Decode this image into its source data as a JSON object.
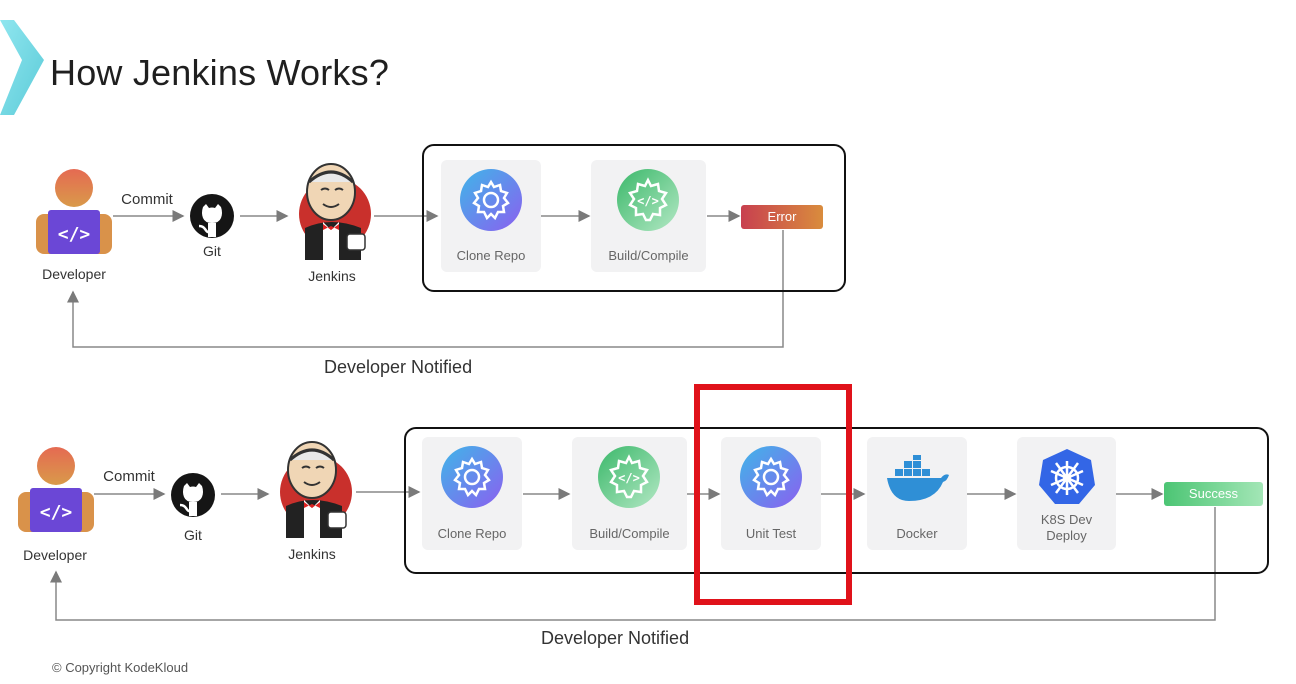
{
  "slide": {
    "title": "How Jenkins Works?",
    "copyright": "© Copyright KodeKloud"
  },
  "flow_top": {
    "developer_label": "Developer",
    "commit_label": "Commit",
    "git_label": "Git",
    "jenkins_label": "Jenkins",
    "stages": [
      "Clone Repo",
      "Build/Compile"
    ],
    "result": "Error",
    "notified_label": "Developer Notified"
  },
  "flow_bottom": {
    "developer_label": "Developer",
    "commit_label": "Commit",
    "git_label": "Git",
    "jenkins_label": "Jenkins",
    "stages": [
      "Clone Repo",
      "Build/Compile",
      "Unit Test",
      "Docker",
      "K8S Dev Deploy"
    ],
    "k8s_line1": "K8S Dev",
    "k8s_line2": "Deploy",
    "result": "Success",
    "notified_label": "Developer Notified"
  },
  "colors": {
    "error_gradient": [
      "#c8404f",
      "#d98c3d"
    ],
    "success_gradient": [
      "#4cc574",
      "#a3e6b6"
    ],
    "highlight": "#e0121a",
    "gear_gradient": [
      "#3fb6e8",
      "#8b5ff0"
    ],
    "build_gradient": [
      "#3bb86a",
      "#b3e8c4"
    ]
  }
}
